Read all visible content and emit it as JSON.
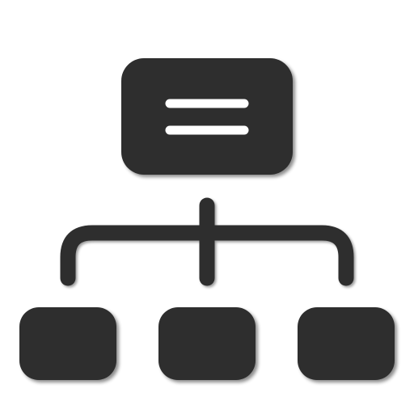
{
  "icon": {
    "name": "hierarchy-org-chart-icon",
    "color": "#2f2f2f",
    "highlight_color": "#ffffff",
    "shadow_color": "#000000",
    "nodes": [
      "root",
      "child-left",
      "child-center",
      "child-right"
    ]
  }
}
